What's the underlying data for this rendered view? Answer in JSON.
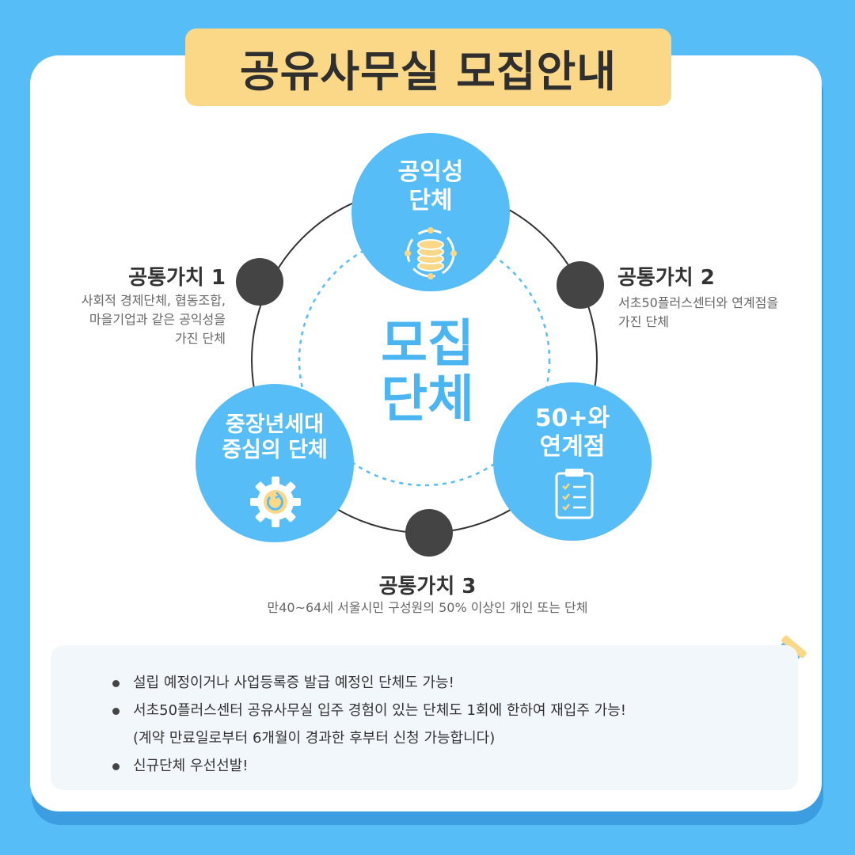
{
  "title": "공유사무실 모집안내",
  "center": {
    "line1": "모집",
    "line2": "단체"
  },
  "bubbles": [
    {
      "line1": "공익성",
      "line2": "단체",
      "icon": "coin-stack-icon"
    },
    {
      "line1": "50+와",
      "line2": "연계점",
      "icon": "clipboard-checklist-icon"
    },
    {
      "line1": "중장년세대",
      "line2": "중심의 단체",
      "icon": "gear-refresh-icon"
    }
  ],
  "values": [
    {
      "title": "공통가치 1",
      "desc": [
        "사회적 경제단체, 협동조합,",
        "마을기업과 같은 공익성을",
        "가진 단체"
      ]
    },
    {
      "title": "공통가치 2",
      "desc": [
        "서초50플러스센터와 연계점을",
        "가진 단체"
      ]
    },
    {
      "title": "공통가치 3",
      "desc": [
        "만40~64세 서울시민 구성원의 50% 이상인 개인 또는 단체"
      ]
    }
  ],
  "notes": [
    "설립 예정이거나 사업등록증 발급 예정인 단체도 가능!",
    "서초50플러스센터 공유사무실 입주 경험이 있는 단체도 1회에 한하여 재입주 가능!",
    "(계약 만료일로부터 6개월이 경과한 후부터 신청 가능합니다)",
    "신규단체 우선선발!"
  ],
  "colors": {
    "background": "#56BDF6",
    "accent_blue": "#56BDF6",
    "title_yellow": "#FBD887",
    "dot_dark": "#444444",
    "icon_yellow": "#FBD887"
  }
}
